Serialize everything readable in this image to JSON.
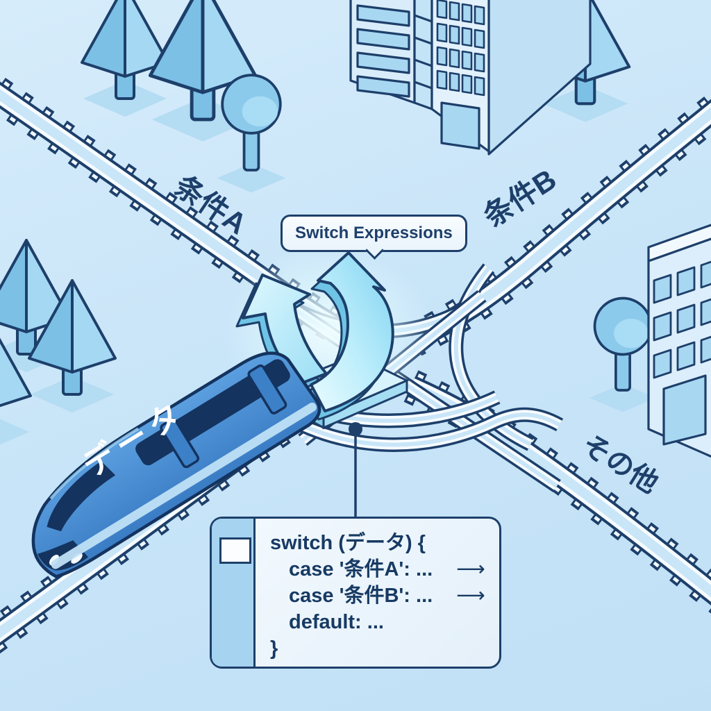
{
  "scene": {
    "title_label": "Switch Expressions",
    "branch_labels": {
      "condition_a": "条件A",
      "condition_b": "条件B",
      "other": "その他"
    },
    "train_label": "データ",
    "code_snippet": {
      "lines": [
        "switch (データ) {",
        "case '条件A': ...",
        "case '条件B': ...",
        "default: ...",
        "}"
      ],
      "arrow_glyph": "⟶"
    },
    "colors": {
      "background": "#c9e5f8",
      "outline_navy": "#1d3f6a",
      "train_blue": "#3f84cc",
      "arrow_cyan": "#8fd9f4",
      "panel_light": "#eef6fd",
      "strip_blue": "#a6d4f0"
    }
  }
}
